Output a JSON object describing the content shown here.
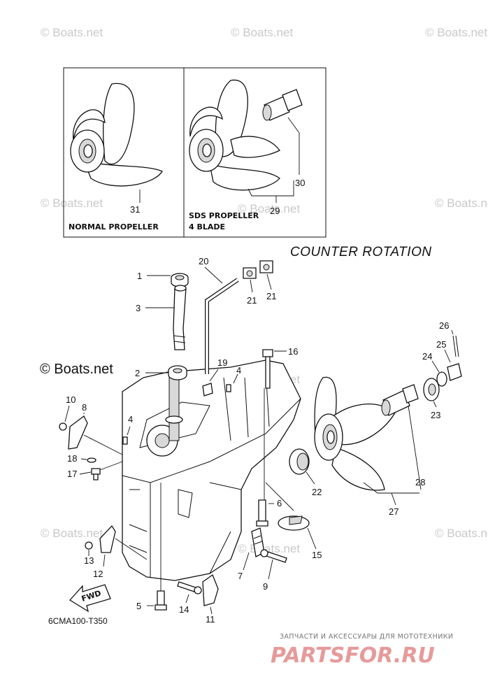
{
  "diagram": {
    "title": "COUNTER ROTATION",
    "figure_code": "6CMA100-T350",
    "fwd_label": "FWD",
    "boxes": {
      "left": {
        "line1": "NORMAL PROPELLER"
      },
      "right": {
        "line1": "SDS PROPELLER",
        "line2": "4 BLADE"
      }
    },
    "part_numbers": {
      "p1": "1",
      "p2": "2",
      "p3": "3",
      "p4a": "4",
      "p4b": "4",
      "p5": "5",
      "p6": "6",
      "p7": "7",
      "p8": "8",
      "p9": "9",
      "p10": "10",
      "p11": "11",
      "p12": "12",
      "p13": "13",
      "p14": "14",
      "p15": "15",
      "p16": "16",
      "p17": "17",
      "p18": "18",
      "p19": "19",
      "p20": "20",
      "p21a": "21",
      "p21b": "21",
      "p22": "22",
      "p23": "23",
      "p24": "24",
      "p25": "25",
      "p26": "26",
      "p27": "27",
      "p28": "28",
      "p29": "29",
      "p30": "30",
      "p31": "31"
    }
  },
  "watermarks": {
    "site": "© Boats.net",
    "site_large": "© Boats.net"
  },
  "footer": {
    "tagline": "ЗАПЧАСТИ И АКСЕССУАРЫ ДЛЯ МОТОТЕХНИКИ",
    "brand": "PARTSFOR.RU"
  }
}
